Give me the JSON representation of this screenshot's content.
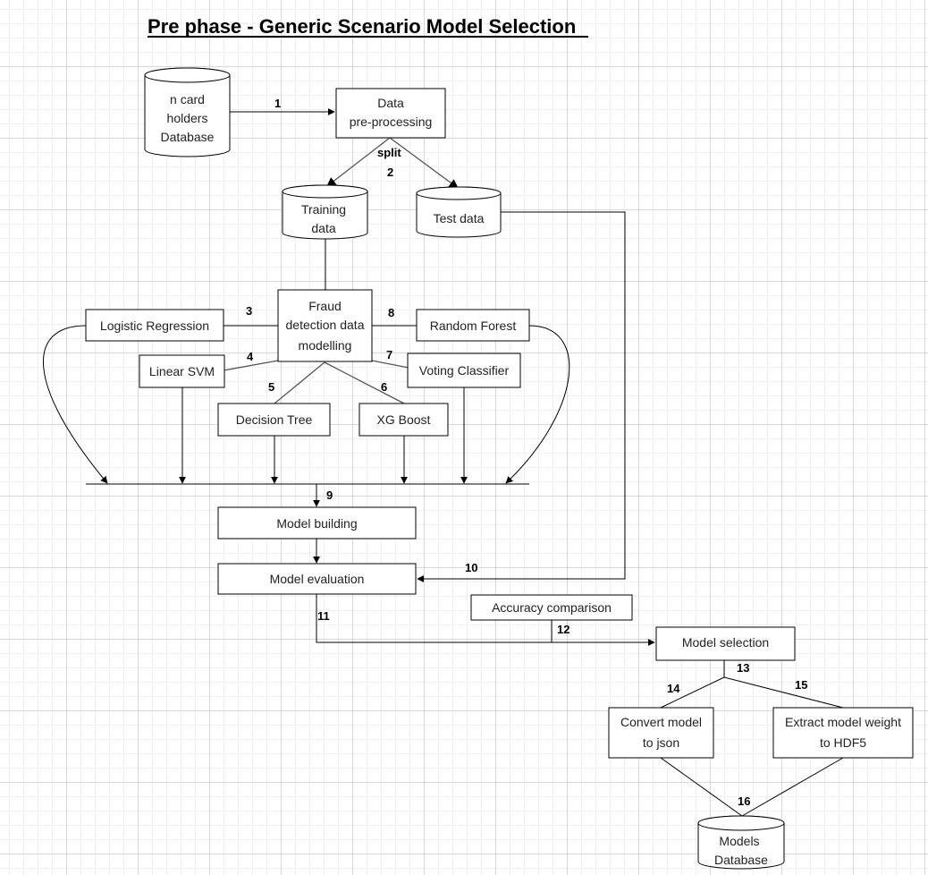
{
  "title": "Pre phase - Generic Scenario Model Selection",
  "nodes": {
    "cardholders_db": [
      "n card",
      "holders",
      "Database"
    ],
    "preprocessing": [
      "Data",
      "pre-processing"
    ],
    "training_data": [
      "Training",
      "data"
    ],
    "test_data": [
      "Test data"
    ],
    "fraud_modelling": [
      "Fraud",
      "detection data",
      "modelling"
    ],
    "logistic_regression": [
      "Logistic Regression"
    ],
    "random_forest": [
      "Random Forest"
    ],
    "linear_svm": [
      "Linear SVM"
    ],
    "voting_classifier": [
      "Voting Classifier"
    ],
    "decision_tree": [
      "Decision Tree"
    ],
    "xg_boost": [
      "XG Boost"
    ],
    "model_building": [
      "Model building"
    ],
    "model_evaluation": [
      "Model evaluation"
    ],
    "accuracy_comparison": [
      "Accuracy comparison"
    ],
    "model_selection": [
      "Model selection"
    ],
    "convert_json": [
      "Convert model",
      "to json"
    ],
    "extract_weight": [
      "Extract model weight",
      "to HDF5"
    ],
    "models_db": [
      "Models",
      "Database"
    ]
  },
  "labels": {
    "split": "split",
    "s1": "1",
    "s2": "2",
    "s3": "3",
    "s4": "4",
    "s5": "5",
    "s6": "6",
    "s7": "7",
    "s8": "8",
    "s9": "9",
    "s10": "10",
    "s11": "11",
    "s12": "12",
    "s13": "13",
    "s14": "14",
    "s15": "15",
    "s16": "16"
  }
}
